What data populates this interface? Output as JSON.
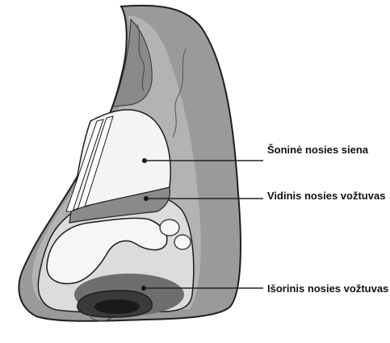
{
  "labels": {
    "lateral_wall": "Šoninė nosies siena",
    "internal_valve": "Vidinis nosies vožtuvas",
    "external_valve": "Išorinis nosies vožtuvas"
  },
  "colors": {
    "skin_dark": "#8c8c8c",
    "skin_mid": "#a9a9a9",
    "soft_light": "#e2e2e2",
    "cartilage": "#f4f4f4",
    "valve_dark": "#6e6e6e",
    "nostril": "#3a3a3a",
    "outline": "#1e1e1e"
  }
}
